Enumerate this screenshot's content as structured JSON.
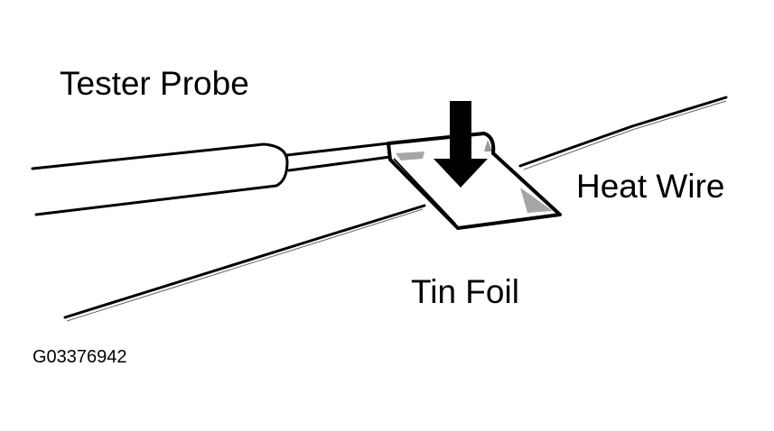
{
  "labels": {
    "tester_probe": "Tester Probe",
    "heat_wire": "Heat Wire",
    "tin_foil": "Tin Foil",
    "figure_id": "G03376942"
  },
  "colors": {
    "ink": "#000000",
    "background": "#ffffff"
  },
  "icons": {
    "arrow": "down-arrow-icon"
  }
}
